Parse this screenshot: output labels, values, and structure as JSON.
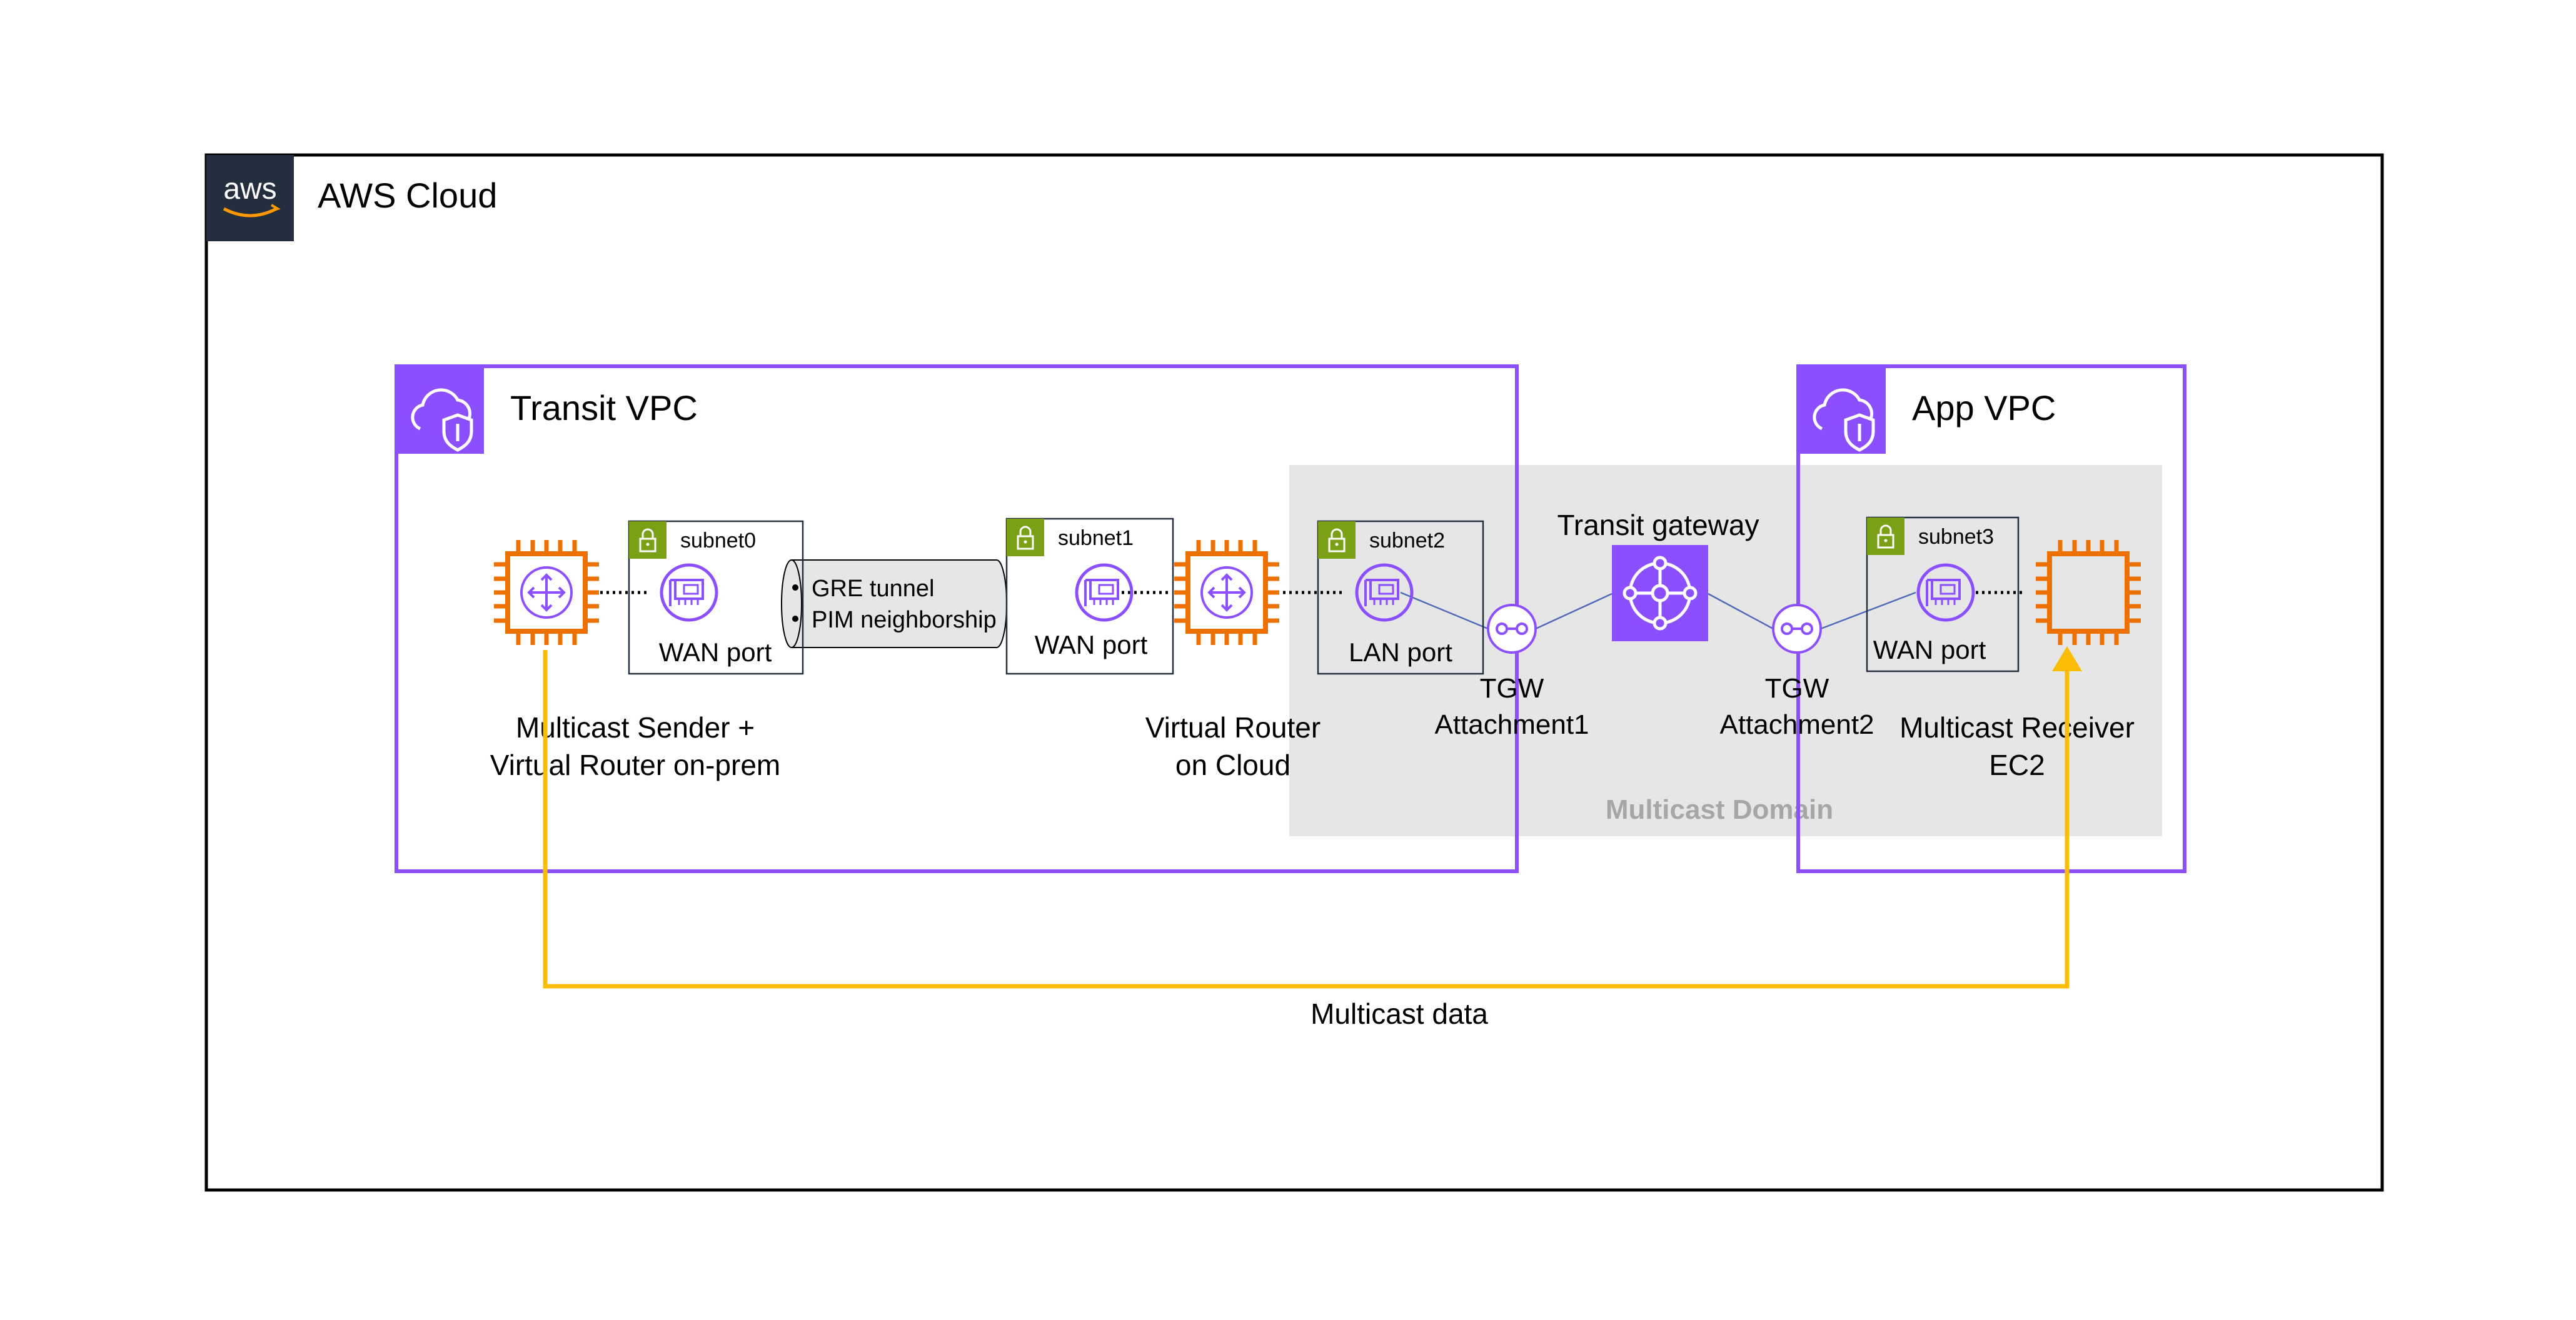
{
  "colors": {
    "purple": "#8C4FFF",
    "orange": "#ED7100",
    "green": "#7AA116",
    "aws_dark": "#232F3E",
    "navy": "#232F3E",
    "domain_fill": "#E6E6E6",
    "domain_text": "#A6A6A6",
    "flow": "#FBBC05",
    "link": "#4F6BB8"
  },
  "aws_cloud": {
    "logo_text": "aws",
    "title": "AWS Cloud"
  },
  "transit_vpc": {
    "title": "Transit VPC",
    "icon": "vpc-cloud-shield-icon"
  },
  "app_vpc": {
    "title": "App VPC",
    "icon": "vpc-cloud-shield-icon"
  },
  "multicast_domain": {
    "label": "Multicast Domain"
  },
  "subnets": [
    {
      "name": "subnet0",
      "port": "WAN port"
    },
    {
      "name": "subnet1",
      "port": "WAN port"
    },
    {
      "name": "subnet2",
      "port": "LAN port"
    },
    {
      "name": "subnet3",
      "port": "WAN port"
    }
  ],
  "tunnel": {
    "line1": "GRE tunnel",
    "line2": "PIM neighborship"
  },
  "sender": {
    "line1": "Multicast Sender +",
    "line2": "Virtual Router on-prem"
  },
  "cloud_router": {
    "line1": "Virtual Router",
    "line2": "on Cloud"
  },
  "receiver": {
    "line1": "Multicast Receiver",
    "line2": "EC2"
  },
  "transit_gateway": {
    "label": "Transit gateway"
  },
  "tgw_attachment1": {
    "line1": "TGW",
    "line2": "Attachment1"
  },
  "tgw_attachment2": {
    "line1": "TGW",
    "line2": "Attachment2"
  },
  "flow": {
    "label": "Multicast data"
  }
}
